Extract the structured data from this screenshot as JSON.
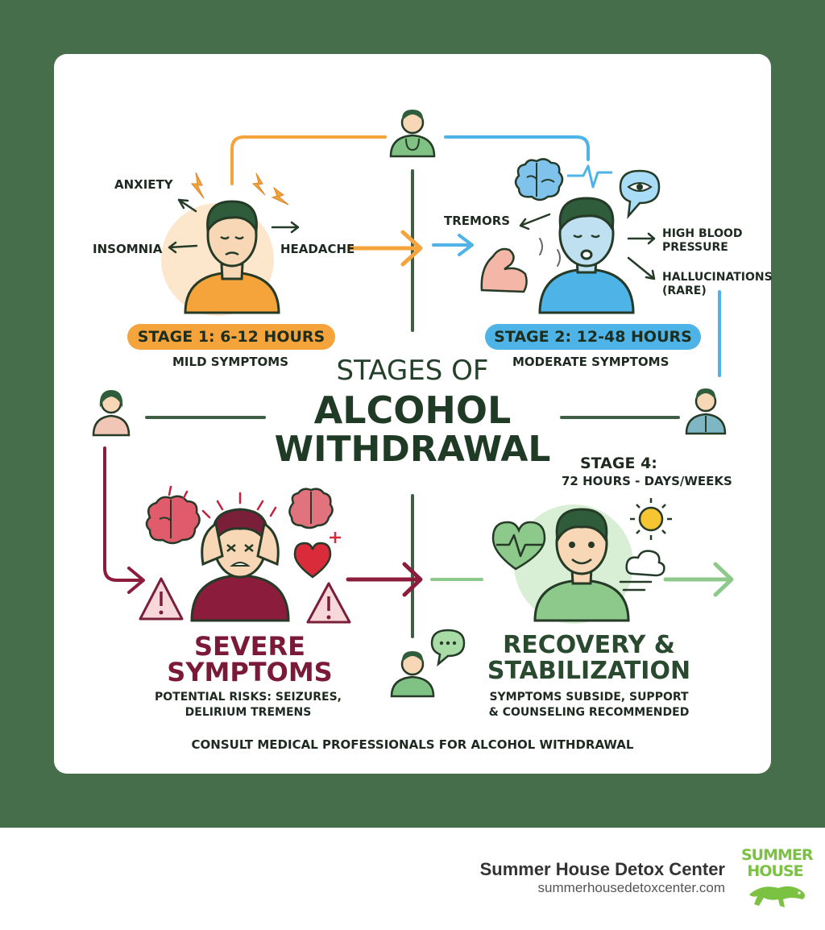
{
  "title": {
    "line1": "STAGES OF",
    "line2": "ALCOHOL",
    "line3": "WITHDRAWAL"
  },
  "stage1": {
    "badge": "STAGE 1: 6-12 HOURS",
    "subtitle": "MILD SYMPTOMS",
    "symptoms": [
      "ANXIETY",
      "INSOMNIA",
      "HEADACHE"
    ],
    "color": "#f5a33b"
  },
  "stage2": {
    "badge": "STAGE 2: 12-48 HOURS",
    "subtitle": "MODERATE SYMPTOMS",
    "symptoms": [
      "TREMORS",
      "HIGH BLOOD",
      "PRESSURE",
      "HALLUCINATIONS",
      "(RARE)"
    ],
    "color": "#4eb3e6"
  },
  "stage3": {
    "heading1": "SEVERE",
    "heading2": "SYMPTOMS",
    "risk1": "POTENTIAL RISKS: SEIZURES,",
    "risk2": "DELIRIUM TREMENS",
    "color": "#8c1c3c"
  },
  "stage4": {
    "label": "STAGE 4:",
    "duration": "72 HOURS - DAYS/WEEKS",
    "heading1": "RECOVERY &",
    "heading2": "STABILIZATION",
    "note1": "SYMPTOMS SUBSIDE, SUPPORT",
    "note2": "& COUNSELING RECOMMENDED",
    "color": "#8cc98a"
  },
  "disclaimer": "CONSULT MEDICAL PROFESSIONALS FOR ALCOHOL WITHDRAWAL",
  "footer": {
    "name": "Summer House Detox Center",
    "url": "summerhousedetoxcenter.com"
  },
  "logo": {
    "line1": "SUMMER",
    "line2": "HOUSE"
  },
  "icons": [
    "doctor-icon",
    "brain-icon",
    "eye-icon",
    "heart-icon",
    "sun-icon",
    "cloud-icon",
    "warning-icon",
    "speech-bubble-icon",
    "muscle-arm-icon",
    "lizard-logo-icon"
  ]
}
